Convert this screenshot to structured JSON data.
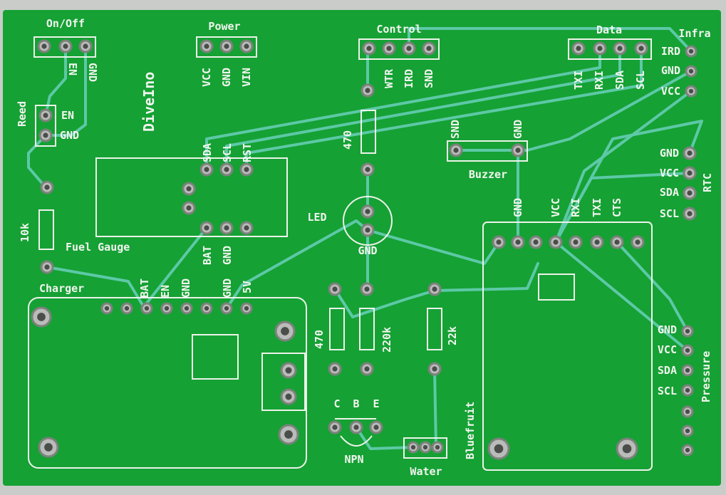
{
  "board": {
    "title": "DiveIno",
    "colors": {
      "board": "#15a134",
      "trace": "#5dc9a6",
      "silk": "#f2f5ef",
      "pad": "#b9bcb8"
    },
    "onoff": {
      "title": "On/Off",
      "pins": [
        "EN",
        "GND"
      ]
    },
    "reed": {
      "title": "Reed",
      "pins": [
        "EN",
        "GND"
      ]
    },
    "power": {
      "title": "Power",
      "pins": [
        "VCC",
        "GND",
        "VIN"
      ]
    },
    "control": {
      "title": "Control",
      "pins": [
        "WTR",
        "IRD",
        "SND"
      ]
    },
    "data": {
      "title": "Data",
      "pins": [
        "TXI",
        "RXI",
        "SDA",
        "SCL"
      ]
    },
    "infra": {
      "title": "Infra",
      "pins": [
        "IRD",
        "GND",
        "VCC"
      ]
    },
    "fuel": {
      "title": "Fuel Gauge",
      "top_pins": [
        "SDA",
        "SCL",
        "RST"
      ],
      "bottom_pins": [
        "BAT",
        "GND"
      ]
    },
    "resistor_led": "470",
    "buzzer": {
      "title": "Buzzer",
      "pins": [
        "SND",
        "GND"
      ]
    },
    "led": {
      "title": "LED",
      "pin": "GND"
    },
    "rtc": {
      "title": "RTC",
      "pins": [
        "GND",
        "VCC",
        "SDA",
        "SCL"
      ]
    },
    "reed_resistor": "10k",
    "charger": {
      "title": "Charger",
      "pins": [
        "BAT",
        "EN",
        "GND",
        "GND",
        "5V"
      ]
    },
    "bluefruit": {
      "title": "Bluefruit",
      "pins": [
        "GND",
        "VCC",
        "RXI",
        "TXI",
        "CTS"
      ]
    },
    "resistors": [
      "470",
      "220k",
      "22k"
    ],
    "transistor": {
      "title": "NPN",
      "pins": [
        "C",
        "B",
        "E"
      ]
    },
    "water": "Water",
    "pressure": {
      "title": "Pressure",
      "pins": [
        "GND",
        "VCC",
        "SDA",
        "SCL"
      ]
    }
  }
}
